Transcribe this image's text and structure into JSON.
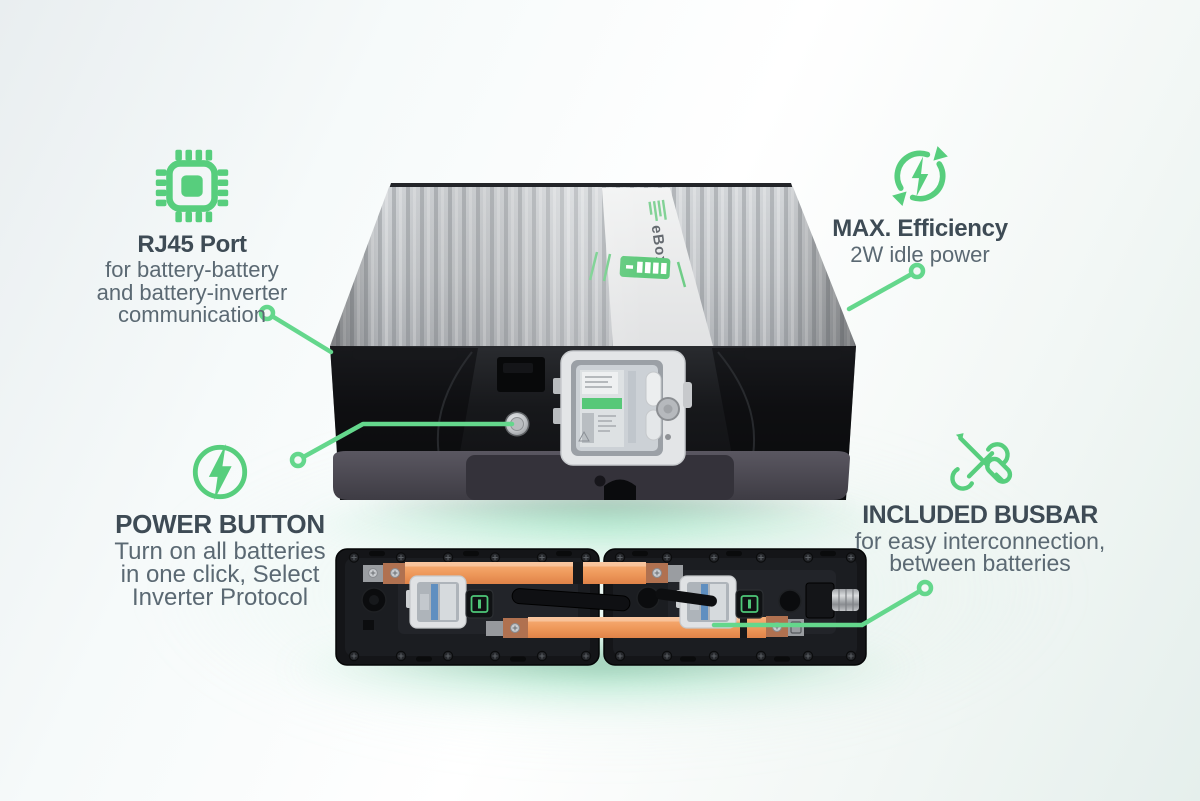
{
  "colors": {
    "accent_green": "#57CE7D",
    "connector_line": "#64D78C",
    "heading_text": "#3E4B55",
    "body_text": "#5B6973",
    "busbar_orange": "#EF9A5C",
    "lid_silver": "#C6C9CC"
  },
  "callouts": {
    "rj45": {
      "icon": "chip-icon",
      "title": "RJ45 Port",
      "lines": [
        "for battery-battery",
        "and battery-inverter",
        "communication"
      ]
    },
    "efficiency": {
      "icon": "energy-cycle-icon",
      "title": "MAX. Efficiency",
      "lines": [
        "2W idle power"
      ]
    },
    "power": {
      "icon": "power-bolt-icon",
      "title": "POWER BUTTON",
      "lines": [
        "Turn on all batteries",
        "in one click, Select",
        "Inverter Protocol"
      ]
    },
    "busbar": {
      "icon": "tools-icon",
      "title": "INCLUDED BUSBAR",
      "lines": [
        "for easy interconnection,",
        "between batteries"
      ]
    }
  },
  "product": {
    "lid_brand_text": "eBox"
  }
}
